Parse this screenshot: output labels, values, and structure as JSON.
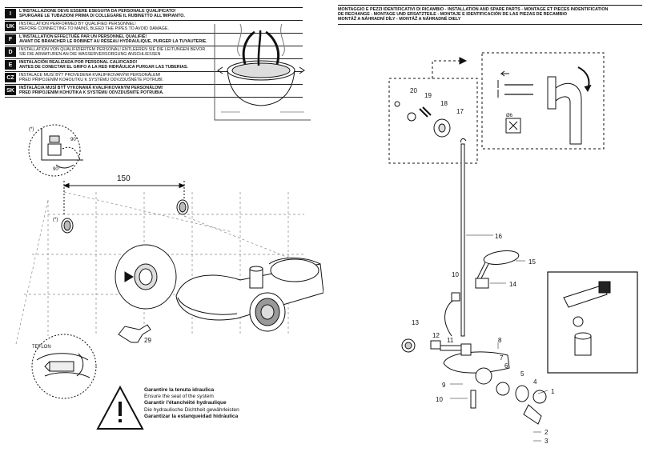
{
  "left_header": {
    "rows": [
      {
        "code": "I",
        "line1": "L'INSTALLAZIONE DEVE ESSERE ESEGUITA DA PERSONALE QUALIFICATO!",
        "line2": "SPURGARE LE TUBAZIONI PRIMA DI COLLEGARE IL RUBINETTO ALL'IMPIANTO.",
        "bold2": true
      },
      {
        "code": "UK",
        "line1": "INSTALLATION PERFORMED BY QUALIFIED PERSONNEL!",
        "line2": "BEFORE CONNECTING TO MAINS, BLEED THE PIPES TO AVOID DAMAGE.",
        "bold2": false
      },
      {
        "code": "F",
        "line1": "L'INSTALLATION EFFECTUÉE PAR UN PERSONNEL QUALIFIÉ!",
        "line2": "AVANT DE BRANCHER LE ROBINET AU RÉSEAU HYDRAULIQUE, PURGER LA TUYAUTERIE.",
        "bold2": true
      },
      {
        "code": "D",
        "line1": "INSTALLATION VON QUALIFIZIERTEM PERSONAL! ENTLEEREN SIE DIE LEITUNGEN BEVOR",
        "line2": "SIE DIE ARMATUREN AN DIE WASSERVERSORGUNG ANSCHLIESSEN",
        "bold2": false
      },
      {
        "code": "E",
        "line1": "INSTALACIÓN REALIZADA POR PERSONAL CALIFICADO!",
        "line2": "ANTES DE CONECTAR EL GRIFO A LA RED HIDRÁULICA PURGAR LAS TUBERIAS.",
        "bold2": true
      },
      {
        "code": "CZ",
        "line1": "INSTALACE MUSÍ BÝT PROVEDENA KVALIFIKOVANÝM PERSONÁLEM!",
        "line2": "PŘED PŘIPOJENÍM KOHOUTKU K SYSTÉMU ODVZDUŠNĚTE POTRUBÍ.",
        "bold2": false
      },
      {
        "code": "SK",
        "line1": "INŠTALÁCIA MUSÍ BÝŤ VYKONANÁ KVALIFIKOVANÝM PERSONÁLOM!",
        "line2": "PRED PRIPOJENÍM KOHÚTIKA K SYSTÉMU ODVZDUŠNITE POTRUBIA.",
        "bold2": true
      }
    ]
  },
  "right_header": {
    "lines": [
      "MONTAGGIO E PEZZI IDENTIFICATIVI DI RICAMBIO - INSTALLATION AND SPARE PARTS - MONTAGE ET PIECES INDENTIFICATION",
      "DE RECHANGE - MONTAGE UND ERSATZTEILE - MONTAJE E IDENTIFICACIÓN DE LAS PIEZAS DE RECAMBIO",
      "MONTÁŽ A NÁHRADNÍ DÍLY -  MONTÁŽ A NÁHRADNÉ DIELY"
    ]
  },
  "warning": {
    "lines": [
      {
        "text": "Garantire la tenuta idraulica",
        "bold": true
      },
      {
        "text": "Ensure the seal of the system",
        "bold": false
      },
      {
        "text": "Garantir l'étanchéité hydraulique",
        "bold": true
      },
      {
        "text": "Die hydraulische Dichtheit gewährleisten",
        "bold": false
      },
      {
        "text": "Garantizar la estanqueidad hidráulica",
        "bold": true
      }
    ]
  },
  "left_diagram": {
    "dimension": "150",
    "angle_90_a": "90°",
    "angle_90_b": "90°",
    "optional_mark_a": "(*)",
    "optional_mark_b": "(*)",
    "part_29": "29",
    "teflon": "TEFLON"
  },
  "parts": {
    "p1": "1",
    "p2": "2",
    "p3": "3",
    "p4": "4",
    "p5": "5",
    "p6": "6",
    "p7": "7",
    "p8": "8",
    "p9": "9",
    "p10a": "10",
    "p10b": "10",
    "p11": "11",
    "p12": "12",
    "p13": "13",
    "p14": "14",
    "p15": "15",
    "p16": "16",
    "p17": "17",
    "p18": "18",
    "p19": "19",
    "p20": "20",
    "diameter": "Ø6"
  }
}
